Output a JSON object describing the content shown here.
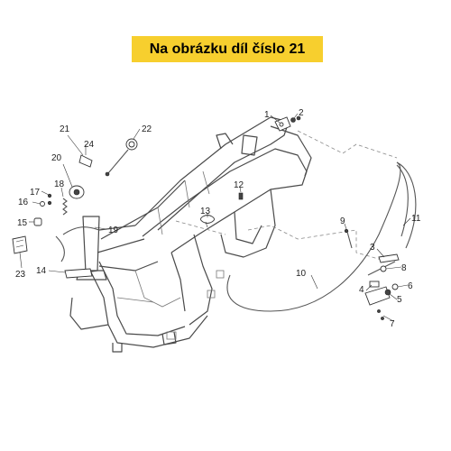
{
  "banner": {
    "text": "Na obrázku díl číslo 21"
  },
  "callouts": [
    "1",
    "2",
    "3",
    "4",
    "5",
    "6",
    "7",
    "8",
    "9",
    "10",
    "11",
    "12",
    "13",
    "14",
    "15",
    "16",
    "17",
    "18",
    "19",
    "20",
    "21",
    "22",
    "23",
    "24"
  ],
  "colors": {
    "banner_bg": "#f7cf2e",
    "line": "#4a4a4a"
  }
}
